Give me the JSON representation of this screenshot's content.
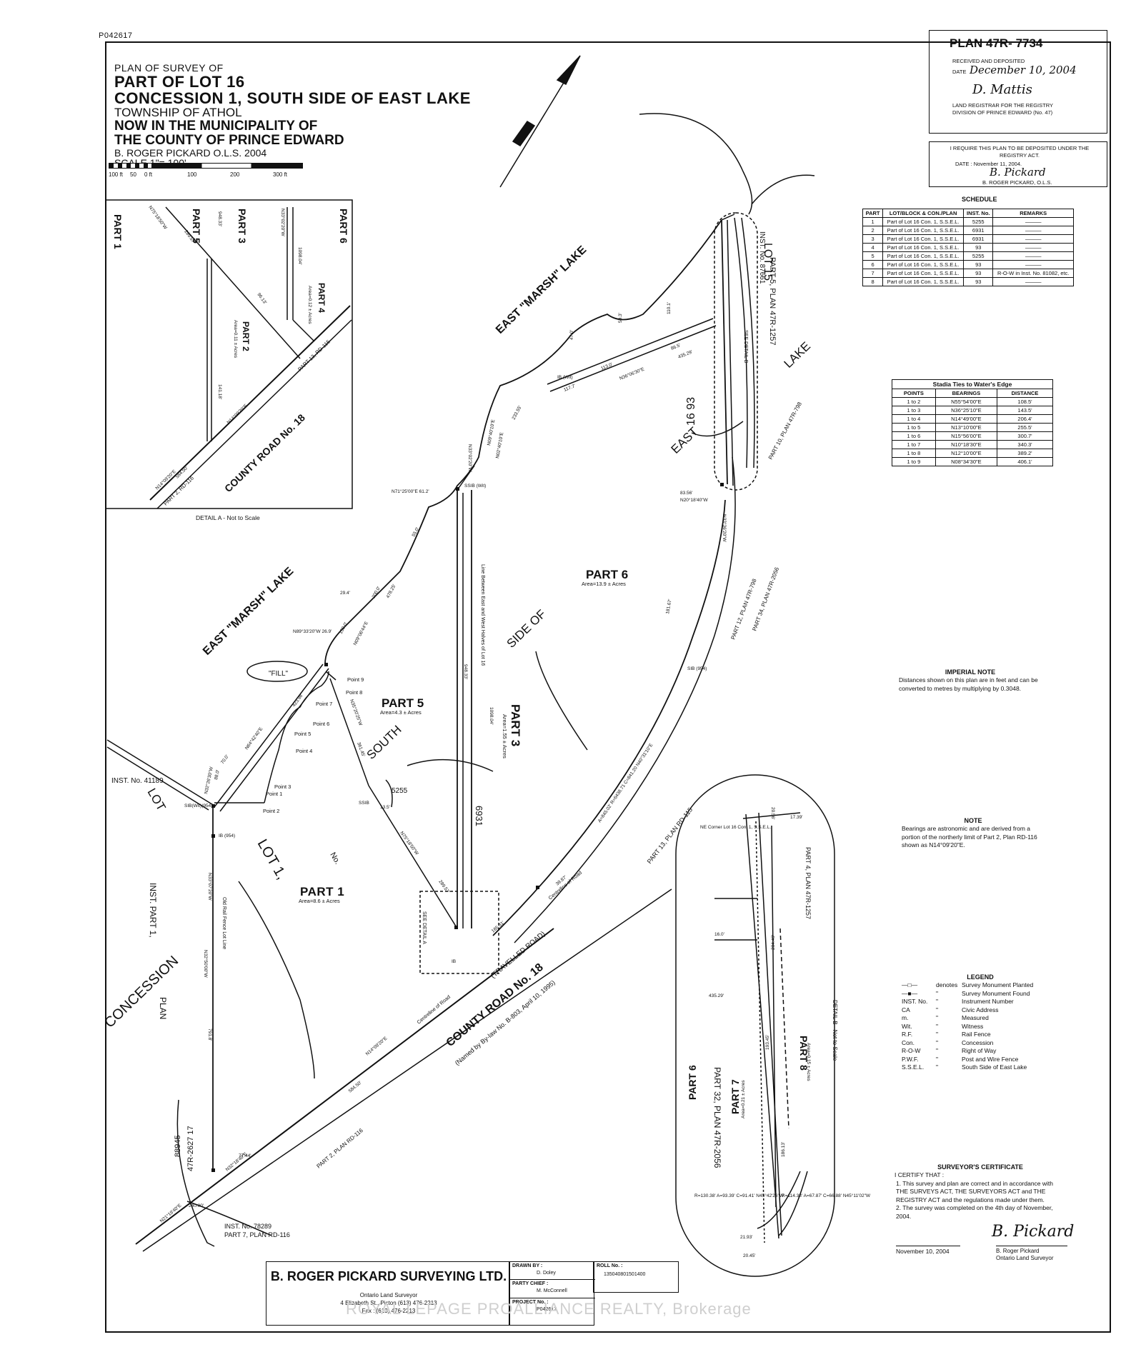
{
  "corner_code": "P042617",
  "title": {
    "line1": "PLAN OF SURVEY OF",
    "line2": "PART OF LOT 16",
    "line3": "CONCESSION 1, SOUTH SIDE OF EAST LAKE",
    "line4": "TOWNSHIP OF ATHOL",
    "line5": "NOW IN THE MUNICIPALITY OF",
    "line6": "THE COUNTY OF PRINCE EDWARD",
    "line7": "B. ROGER PICKARD O.L.S. 2004",
    "line8": "SCALE 1\"= 100'",
    "scale_ticks": [
      "100 ft",
      "50",
      "0 ft",
      "100",
      "200",
      "300 ft"
    ]
  },
  "registry": {
    "plan": "PLAN 47R- 7734",
    "received": "RECEIVED AND DEPOSITED",
    "date_label": "DATE",
    "date_value": "December 10, 2004",
    "signature": "D. Mattis",
    "registrar": "LAND REGISTRAR FOR THE REGISTRY DIVISION OF PRINCE EDWARD (No. 47)"
  },
  "require": {
    "line1": "I REQUIRE THIS PLAN TO BE DEPOSITED UNDER THE REGISTRY ACT.",
    "date": "DATE : November 11, 2004.",
    "signature": "B. Pickard",
    "name": "B. ROGER PICKARD, O.L.S."
  },
  "schedule": {
    "title": "SCHEDULE",
    "headers": [
      "PART",
      "LOT/BLOCK & CON./PLAN",
      "INST. No.",
      "REMARKS"
    ],
    "rows": [
      [
        "1",
        "Part of Lot 16 Con. 1, S.S.E.L.",
        "5255",
        "———"
      ],
      [
        "2",
        "Part of Lot 16 Con. 1, S.S.E.L.",
        "6931",
        "———"
      ],
      [
        "3",
        "Part of Lot 16 Con. 1, S.S.E.L.",
        "6931",
        "———"
      ],
      [
        "4",
        "Part of Lot 16 Con. 1, S.S.E.L.",
        "93",
        "———"
      ],
      [
        "5",
        "Part of Lot 16 Con. 1, S.S.E.L.",
        "5255",
        "———"
      ],
      [
        "6",
        "Part of Lot 16 Con. 1, S.S.E.L.",
        "93",
        "———"
      ],
      [
        "7",
        "Part of Lot 16 Con. 1, S.S.E.L.",
        "93",
        "R-O-W in Inst. No. 81082, etc."
      ],
      [
        "8",
        "Part of Lot 16 Con. 1, S.S.E.L.",
        "93",
        "———"
      ]
    ]
  },
  "stadia": {
    "title": "Stadia Ties to Water's Edge",
    "headers": [
      "POINTS",
      "BEARINGS",
      "DISTANCE"
    ],
    "rows": [
      [
        "1 to 2",
        "N55°54'00\"E",
        "108.5'"
      ],
      [
        "1 to 3",
        "N36°25'10\"E",
        "143.5'"
      ],
      [
        "1 to 4",
        "N14°49'00\"E",
        "206.4'"
      ],
      [
        "1 to 5",
        "N13°10'00\"E",
        "255.5'"
      ],
      [
        "1 to 6",
        "N15°56'00\"E",
        "300.7'"
      ],
      [
        "1 to 7",
        "N10°18'30\"E",
        "340.3'"
      ],
      [
        "1 to 8",
        "N12°10'00\"E",
        "389.2'"
      ],
      [
        "1 to 9",
        "N08°34'30\"E",
        "406.1'"
      ]
    ]
  },
  "imperial": {
    "title": "IMPERIAL NOTE",
    "text": "Distances shown on this plan are in feet and can be converted to metres by multiplying by 0.3048."
  },
  "note": {
    "title": "NOTE",
    "text": "Bearings are astronomic and are derived from a portion of the northerly limit of Part 2, Plan RD-116 shown as N14°09'20\"E."
  },
  "legend": {
    "title": "LEGEND",
    "rows": [
      [
        "—□—",
        "denotes",
        "Survey Monument Planted"
      ],
      [
        "—■—",
        "\"",
        "Survey Monument Found"
      ],
      [
        "INST. No.",
        "\"",
        "Instrument Number"
      ],
      [
        "CA",
        "\"",
        "Civic Address"
      ],
      [
        "m.",
        "\"",
        "Measured"
      ],
      [
        "Wit.",
        "\"",
        "Witness"
      ],
      [
        "R.F.",
        "\"",
        "Rail Fence"
      ],
      [
        "Con.",
        "\"",
        "Concession"
      ],
      [
        "R-O-W",
        "\"",
        "Right of Way"
      ],
      [
        "P.W.F.",
        "\"",
        "Post and Wire Fence"
      ],
      [
        "S.S.E.L.",
        "\"",
        "South Side of East Lake"
      ]
    ]
  },
  "certificate": {
    "title": "SURVEYOR'S CERTIFICATE",
    "intro": "I CERTIFY THAT :",
    "item1": "1. This survey and plan are correct and in accordance with THE SURVEYS ACT, THE SURVEYORS ACT and THE REGISTRY ACT and the regulations made under them.",
    "item2": "2. The survey was completed on the 4th day of November, 2004.",
    "date": "November 10, 2004",
    "signature": "B. Pickard",
    "name": "B. Roger Pickard",
    "role": "Ontario Land Surveyor"
  },
  "company": {
    "name": "B. ROGER PICKARD SURVEYING LTD.",
    "line1": "Ontario Land Surveyor",
    "line2": "4 Elizabeth St., Picton (613) 476-2213",
    "line3": "Fax : (613) 476-2213",
    "drawn_label": "DRAWN BY :",
    "drawn": "D. Doley",
    "chief_label": "PARTY CHIEF :",
    "chief": "M. McConnell",
    "project_label": "PROJECT No. :",
    "project": "P042617",
    "roll_label": "ROLL No. :",
    "roll": "1350408015014​00"
  },
  "watermark": "ROYAL LEPAGE PROALLIANCE REALTY, Brokerage",
  "detail_a": {
    "caption": "DETAIL A - Not to Scale",
    "labels": [
      "PART 1",
      "PART 5",
      "PART 3",
      "PART 6",
      "PART 4",
      "PART 2",
      "COUNTY ROAD No. 18",
      "PART 2, RD-116",
      "PART 13, RD-115"
    ],
    "area4": "Area=0.12 ± Acres",
    "area2": "Area=0.11 ± Acres",
    "bearings": [
      "N75°18'50\"W",
      "N33°02'20\"W",
      "N14°09'20\"E",
      "N14°09'20\"E",
      "948.33'",
      "1098.04'",
      "141.18'",
      "289.57'",
      "96.13'",
      "584.50'"
    ]
  },
  "detail_b": {
    "caption": "DETAIL B - Not to Scale",
    "labels": [
      "PART 8",
      "PART 7",
      "PART 6",
      "PART 32, PLAN 47R-2056",
      "PART 4, PLAN 47R-1257"
    ],
    "area8": "Area=0.15 ± Acres",
    "area7": "Area=0.21 ± Acres",
    "ne_corner": "NE Corner Lot 16 Con. 1, S.S.E.L.",
    "curve1": "R=130.38' A=93.39' C=91.41' N45°42'26\"W",
    "curve2": "R=114.38' A=67.87' C=66.88' N45°11'02\"W",
    "dims": [
      "20.56'",
      "17.39'",
      "16.0'",
      "21.93'",
      "20.45'",
      "435.29'",
      "204.40'",
      "193.45'",
      "186.13'"
    ]
  },
  "main": {
    "parts": {
      "p1": "PART 1",
      "p1_area": "Area=8.6 ± Acres",
      "p3": "PART 3",
      "p3_area": "Area=1.55 ± Acres",
      "p5": "PART 5",
      "p5_area": "Area=4.3 ± Acres",
      "p6": "PART 6",
      "p6_area": "Area=13.9 ± Acres"
    },
    "labels": {
      "east_marsh_lake_1": "EAST \"MARSH\" LAKE",
      "east_marsh_lake_2": "EAST \"MARSH\" LAKE",
      "fill": "\"FILL\"",
      "lot15": "LOT 15",
      "lot1": "LOT 1,",
      "no": "No.",
      "south": "SOUTH",
      "side_of": "SIDE OF",
      "east": "EAST",
      "lake": "LAKE",
      "concession": "CONCESSION",
      "inst_41189": "INST. No. 41189",
      "lot_left": "LOT",
      "inst_part1": "INST. PART 1,",
      "plan": "PLAN",
      "inst_88945": "88945",
      "plan_17": "47R-2627 17",
      "inst_78289": "INST. No. 78289",
      "part7_rd116": "PART 7, PLAN RD-116",
      "county_road": "COUNTY ROAD No. 18",
      "travelled_road": "(TRAVELLED ROAD)",
      "named_bylaw": "(Named by By-law No. B-803, April 10, 1995)",
      "part2_rd116": "PART 2, PLAN RD-116",
      "part13_rd115": "PART 13, PLAN RD-115",
      "part12": "PART 12, PLAN 47R-798",
      "part34": "PART 34, PLAN 47R-2056",
      "part10": "PART 10, PLAN 47R-798",
      "part5_1257": "PART 5, PLAN 47R-1257",
      "inst_87661": "INST. No. 87661",
      "see_detail_b": "SEE DETAIL B",
      "see_detail_a": "SEE DETAIL A",
      "lot16_93": "16 93",
      "num_5255": "5255",
      "num_6931": "6931",
      "centreline1": "Centreline of Road",
      "centreline2": "Centreline of Road",
      "between": "Line Between East and West Halves of Lot 16",
      "old_rail_fence": "Old Rail Fence Lot Line"
    },
    "points": [
      "Point 1",
      "Point 2",
      "Point 3",
      "Point 4",
      "Point 5",
      "Point 6",
      "Point 7",
      "Point 8",
      "Point 9"
    ],
    "dims": [
      "N71°25'00\"E 61.2'",
      "N02°40'10\"E",
      "N36°06'30\"E",
      "113.0'",
      "86.5'",
      "435.29'",
      "117.7'",
      "233.55'",
      "47.0'",
      "50.3'",
      "110.1'",
      "83.56'",
      "N20°18'40\"W",
      "N33°02'20\"W",
      "N09°40'10\"E",
      "200.0'",
      "478.25'",
      "55.0'",
      "29.4'",
      "N89°33'20\"W 26.9'",
      "150.0'",
      "N09°06'44\"E",
      "N64°42'40\"E",
      "423.98'",
      "70.0'",
      "88.0'",
      "N32°26'30\"W",
      "N33°07'20\"W",
      "948.33'",
      "1098.04'",
      "N35°20'25\"W",
      "361.45'",
      "13.5'",
      "N75°18'50\"W",
      "289.57'",
      "N14°09'20\"E",
      "584.50'",
      "77.44'",
      "240.00'",
      "N21°19'40\"E",
      "N32°18'40\"E",
      "N32°50'00\"W",
      "791.8'",
      "39.87'",
      "181.67'",
      "165.31'",
      "N33°36'20\"W",
      "A=845.02' R=6438.71 C=841.20 N40°31'10\"E"
    ],
    "monuments": [
      "SSIB",
      "SIB (954)",
      "IB (954)",
      "SIB(Wit)(954)",
      "SSIB (Wit)",
      "IB (Wit)",
      "IB"
    ]
  },
  "colors": {
    "ink": "#111111",
    "paper": "#ffffff",
    "watermark": "#cfcfcf"
  }
}
